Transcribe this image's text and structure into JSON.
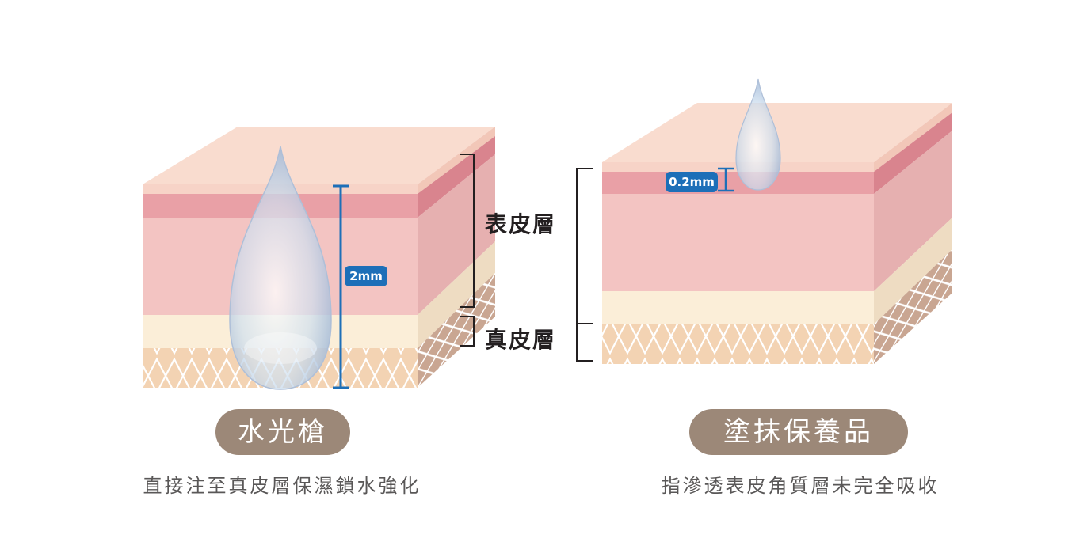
{
  "labels": {
    "epidermis": "表皮層",
    "dermis": "真皮層"
  },
  "left": {
    "title": "水光槍",
    "caption": "直接注至真皮層保濕鎖水強化",
    "depth": "2mm"
  },
  "right": {
    "title": "塗抹保養品",
    "caption": "指滲透表皮角質層未完全吸收",
    "depth": "0.2mm"
  },
  "colors": {
    "skin_top": "#f8dcd0",
    "stratum": "#e9a0a5",
    "epidermis": "#f3c5c4",
    "dermis": "#fbeed9",
    "fat": "#f2d2b0",
    "measure": "#1d6fb8",
    "pill": "#9c8878"
  }
}
